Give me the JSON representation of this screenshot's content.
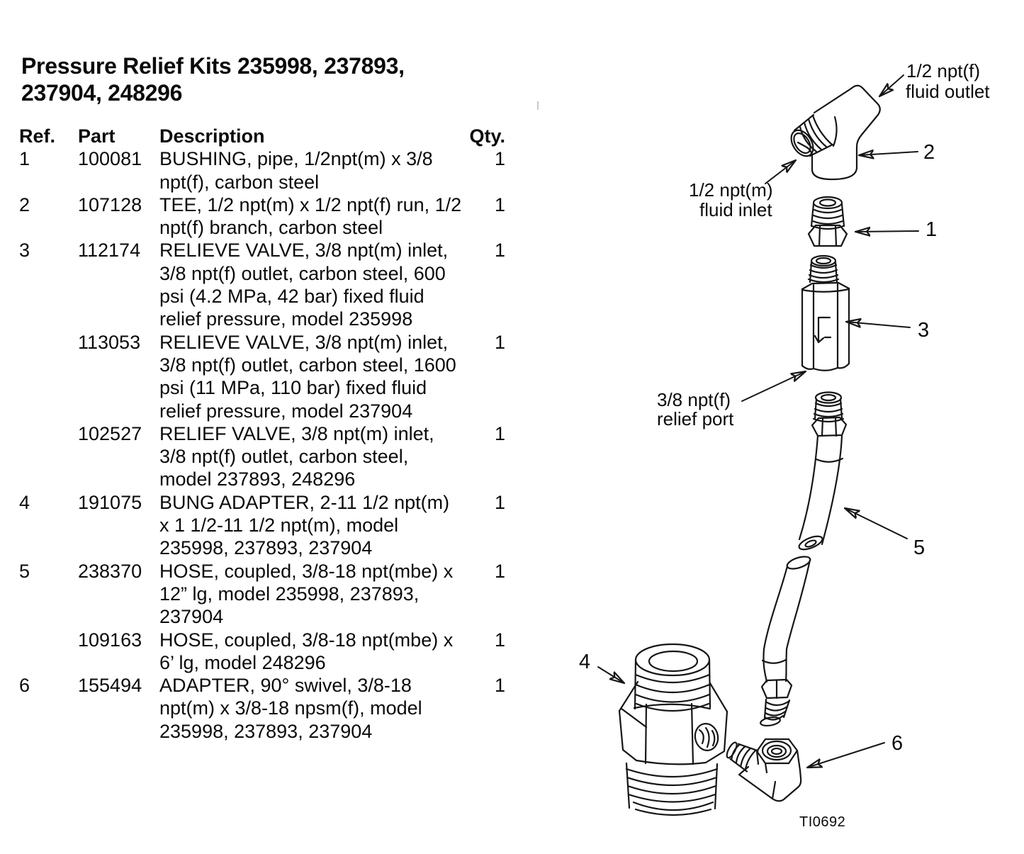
{
  "page": {
    "title_lines": [
      "Pressure Relief Kits 235998, 237893,",
      "237904, 248296"
    ]
  },
  "table": {
    "headers": [
      "Ref.",
      "Part",
      "Description",
      "Qty."
    ],
    "rows": [
      {
        "ref": "1",
        "part": "100081",
        "desc": [
          "BUSHING, pipe, 1/2npt(m) x 3/8",
          "npt(f), carbon steel"
        ],
        "qty": "1"
      },
      {
        "ref": "2",
        "part": "107128",
        "desc": [
          "TEE, 1/2 npt(m) x 1/2 npt(f) run, 1/2",
          "npt(f) branch, carbon steel"
        ],
        "qty": "1"
      },
      {
        "ref": "3",
        "part": "112174",
        "desc": [
          "RELIEVE VALVE, 3/8 npt(m) inlet,",
          "3/8 npt(f) outlet, carbon steel, 600",
          "psi (4.2 MPa, 42 bar) fixed fluid",
          "relief pressure, model 235998"
        ],
        "qty": "1"
      },
      {
        "ref": "",
        "part": "113053",
        "desc": [
          "RELIEVE VALVE, 3/8 npt(m) inlet,",
          "3/8 npt(f) outlet, carbon steel, 1600",
          "psi (11 MPa, 110 bar) fixed fluid",
          "relief pressure, model 237904"
        ],
        "qty": "1"
      },
      {
        "ref": "",
        "part": "102527",
        "desc": [
          "RELIEF VALVE, 3/8 npt(m) inlet,",
          "3/8 npt(f) outlet, carbon steel,",
          "model 237893, 248296"
        ],
        "qty": "1"
      },
      {
        "ref": "4",
        "part": "191075",
        "desc": [
          "BUNG ADAPTER, 2-11 1/2 npt(m)",
          "x 1 1/2-11 1/2 npt(m), model",
          "235998, 237893, 237904"
        ],
        "qty": "1"
      },
      {
        "ref": "5",
        "part": "238370",
        "desc": [
          "HOSE, coupled, 3/8-18 npt(mbe) x",
          "12” lg, model 235998, 237893,",
          "237904"
        ],
        "qty": "1"
      },
      {
        "ref": "",
        "part": "109163",
        "desc": [
          "HOSE, coupled, 3/8-18 npt(mbe) x",
          "6’ lg, model 248296"
        ],
        "qty": "1"
      },
      {
        "ref": "6",
        "part": "155494",
        "desc": [
          "ADAPTER, 90° swivel, 3/8-18",
          "npt(m) x 3/8-18 npsm(f), model",
          "235998, 237893, 237904"
        ],
        "qty": "1"
      }
    ]
  },
  "diagram": {
    "callouts": {
      "fluid_outlet": [
        "1/2 npt(f)",
        "fluid outlet"
      ],
      "fluid_inlet": [
        "1/2 npt(m)",
        "fluid inlet"
      ],
      "relief_port": [
        "3/8 npt(f)",
        "relief port"
      ],
      "ref_1": "1",
      "ref_2": "2",
      "ref_3": "3",
      "ref_4": "4",
      "ref_5": "5",
      "ref_6": "6"
    },
    "figure_code": "TI0692",
    "ink_color": "#161616"
  }
}
